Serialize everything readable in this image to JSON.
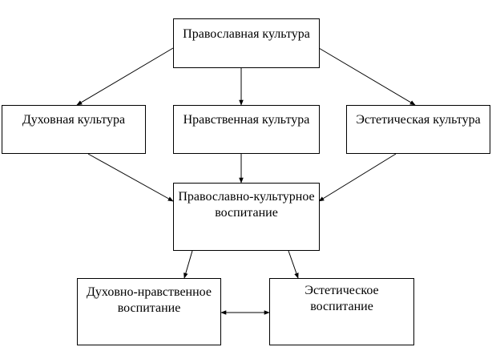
{
  "nodes": {
    "orthodox_culture": "Православная культура",
    "spiritual_culture": "Духовная культура",
    "moral_culture": "Нравственная культура",
    "aesthetic_culture": "Эстетическая культура",
    "orthodox_cultural_education": "Православно-культурное воспитание",
    "spiritual_moral_education": "Духовно-нравственное воспитание",
    "aesthetic_education": "Эстетическое воспитание"
  },
  "edges": [
    {
      "from": "orthodox_culture",
      "to": "spiritual_culture"
    },
    {
      "from": "orthodox_culture",
      "to": "moral_culture"
    },
    {
      "from": "orthodox_culture",
      "to": "aesthetic_culture"
    },
    {
      "from": "spiritual_culture",
      "to": "orthodox_cultural_education"
    },
    {
      "from": "moral_culture",
      "to": "orthodox_cultural_education"
    },
    {
      "from": "aesthetic_culture",
      "to": "orthodox_cultural_education"
    },
    {
      "from": "orthodox_cultural_education",
      "to": "spiritual_moral_education"
    },
    {
      "from": "orthodox_cultural_education",
      "to": "aesthetic_education"
    },
    {
      "from": "spiritual_moral_education",
      "to": "aesthetic_education",
      "bidirectional": true
    }
  ],
  "colors": {
    "line": "#000000",
    "box_border": "#000000",
    "background": "#ffffff"
  }
}
